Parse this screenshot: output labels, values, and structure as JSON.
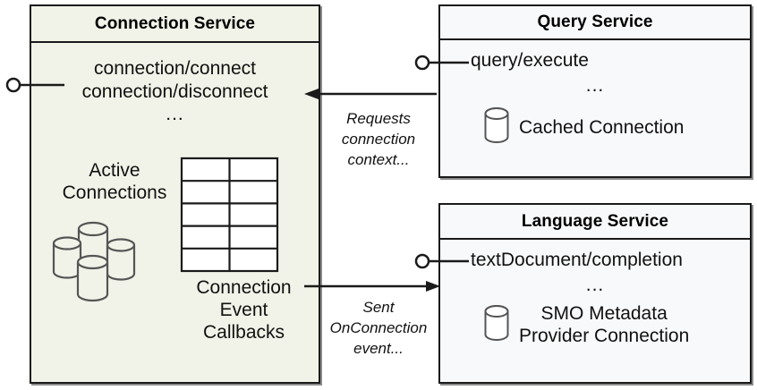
{
  "diagram": {
    "title_hidden": "",
    "components": [
      {
        "id": "connection-service",
        "title": "Connection Service",
        "operations": [
          "connection/connect",
          "connection/disconnect"
        ],
        "ellipsis": "...",
        "figures": [
          {
            "name": "active-connections",
            "label_line1": "Active",
            "label_line2": "Connections",
            "icon": "database-cluster-icon"
          },
          {
            "name": "connection-event-callbacks",
            "label_line1": "Connection",
            "label_line2": "Event",
            "label_line3": "Callbacks",
            "icon": "table-grid-icon"
          }
        ]
      },
      {
        "id": "query-service",
        "title": "Query Service",
        "operations": [
          "query/execute"
        ],
        "ellipsis": "...",
        "resource": {
          "label": "Cached Connection",
          "icon": "database-icon"
        }
      },
      {
        "id": "language-service",
        "title": "Language Service",
        "operations": [
          "textDocument/completion"
        ],
        "ellipsis": "...",
        "resource": {
          "label_line1": "SMO Metadata",
          "label_line2": "Provider Connection",
          "icon": "database-icon"
        }
      }
    ],
    "edges": [
      {
        "id": "requests-connection-context",
        "from": "query-service",
        "to": "connection-service",
        "label_line1": "Requests",
        "label_line2": "connection",
        "label_line3": "context..."
      },
      {
        "id": "sent-onconnection-event",
        "from": "connection-service",
        "to": "language-service",
        "label_line1": "Sent",
        "label_line2": "OnConnection",
        "label_line3": "event..."
      }
    ],
    "colors": {
      "connection_service_fill": "#f1f3e8",
      "service_fill": "#f8f9fb",
      "stroke": "#1a1a1a",
      "icon_stroke": "#555555"
    }
  }
}
